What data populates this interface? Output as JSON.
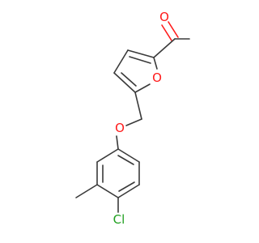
{
  "atoms": {
    "aldehyde_oxygen": "O",
    "furan_oxygen": "O",
    "ether_oxygen": "O",
    "chlorine": "Cl"
  },
  "colors": {
    "carbon_bond": "#3a3a3a",
    "oxygen": "#ff1a1a",
    "chlorine": "#20a020",
    "background": "#ffffff"
  }
}
